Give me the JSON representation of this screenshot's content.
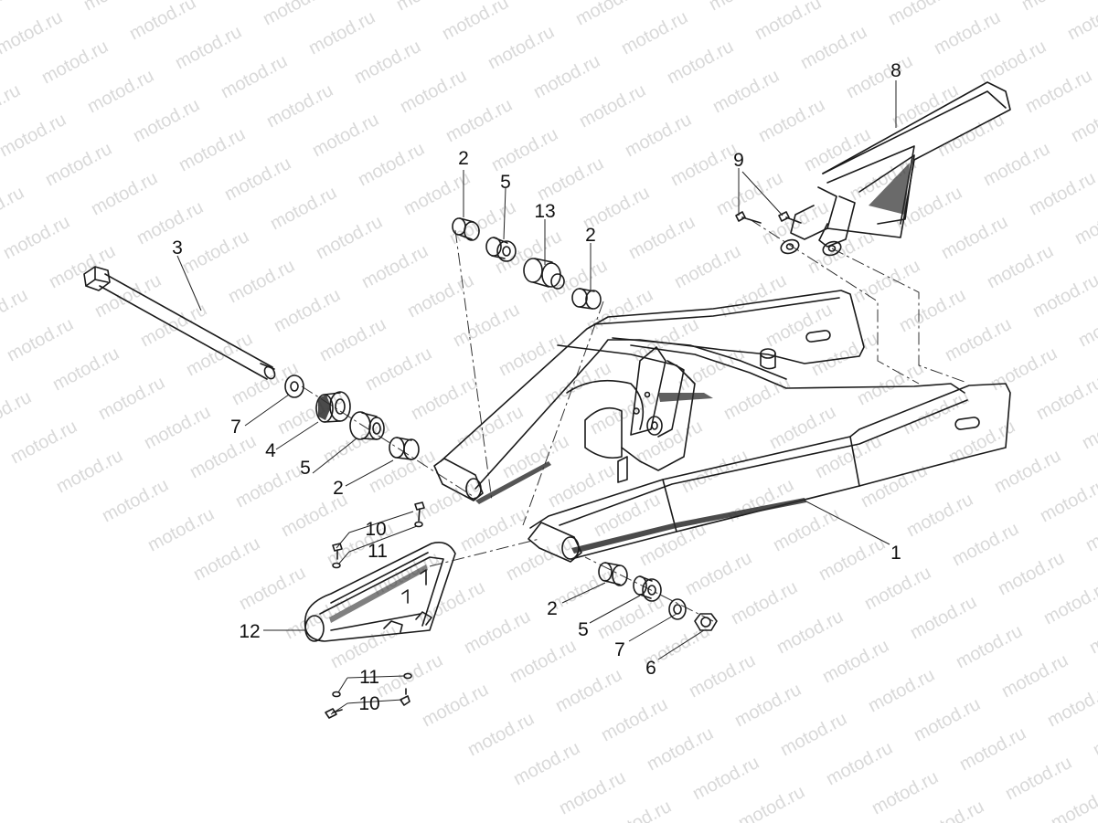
{
  "watermark": {
    "text": "motod.ru"
  },
  "callouts": {
    "c1": "1",
    "c2a": "2",
    "c2b": "2",
    "c2c": "2",
    "c2d": "2",
    "c3": "3",
    "c4": "4",
    "c5a": "5",
    "c5b": "5",
    "c5c": "5",
    "c6": "6",
    "c7a": "7",
    "c7b": "7",
    "c8": "8",
    "c9": "9",
    "c10a": "10",
    "c10b": "10",
    "c11a": "11",
    "c11b": "11",
    "c12": "12",
    "c13": "13"
  }
}
